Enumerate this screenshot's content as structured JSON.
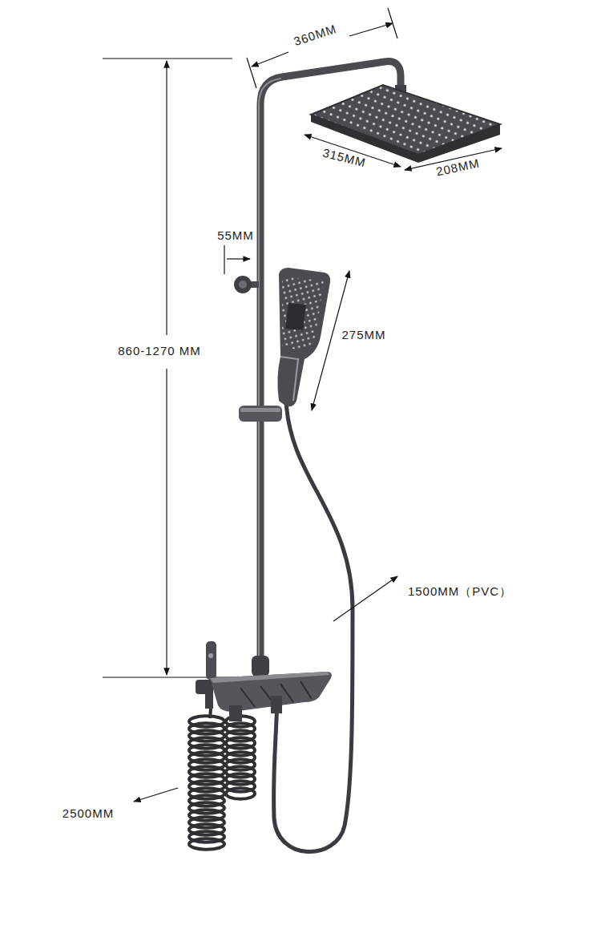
{
  "diagram": {
    "labels": [
      "360MM",
      "315MM",
      "208MM",
      "55MM",
      "275MM",
      "860-1270 MM",
      "1500MM（PVC）",
      "2500MM"
    ]
  }
}
